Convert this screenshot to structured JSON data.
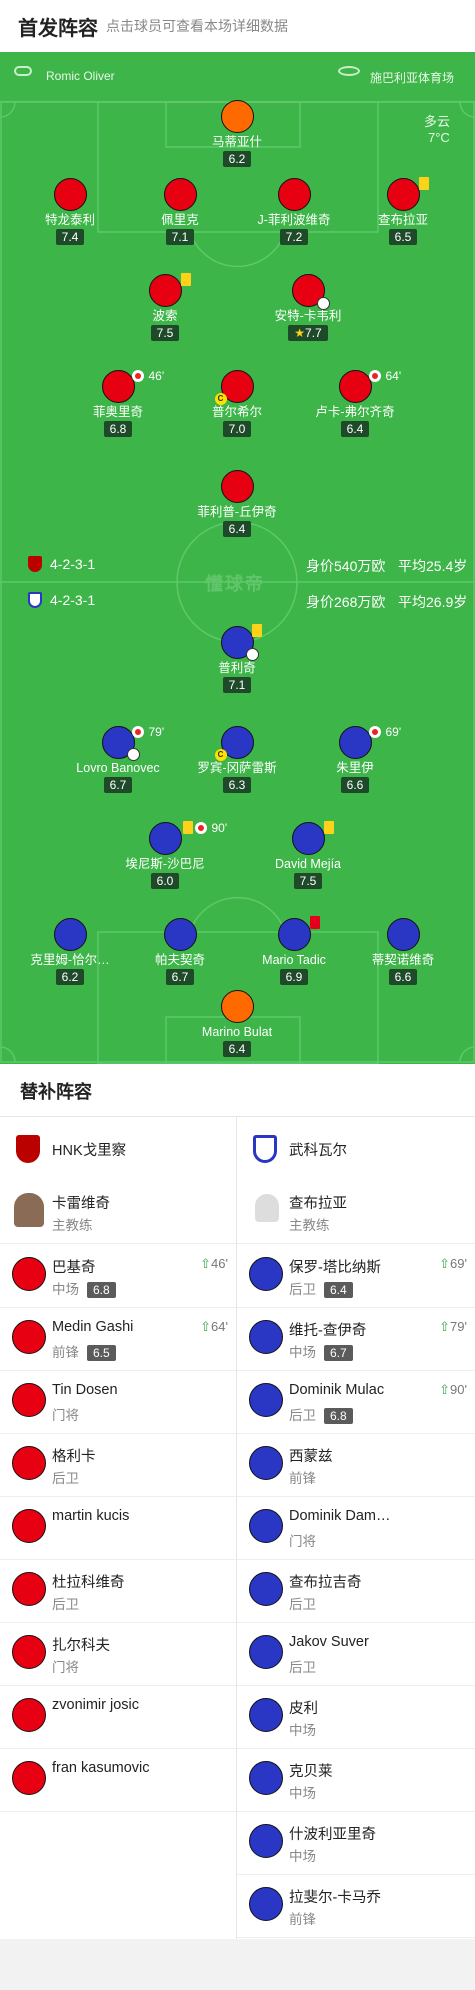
{
  "header": {
    "title": "首发阵容",
    "subtitle": "点击球员可查看本场详细数据"
  },
  "match_info": {
    "referee": "Romic Oliver",
    "stadium": "施巴利亚体育场",
    "weather": "多云",
    "temperature": "7°C",
    "watermark": "懂球帝"
  },
  "home_team": {
    "formation": "4-2-3-1",
    "value": "身价540万欧",
    "avg_age": "平均25.4岁"
  },
  "away_team": {
    "formation": "4-2-3-1",
    "value": "身价268万欧",
    "avg_age": "平均26.9岁"
  },
  "home_players": [
    {
      "name": "马蒂亚什",
      "rating": "6.2",
      "role": "gk"
    },
    {
      "name": "特龙泰利",
      "rating": "7.4"
    },
    {
      "name": "佩里克",
      "rating": "7.1"
    },
    {
      "name": "J-菲利波维奇",
      "rating": "7.2"
    },
    {
      "name": "查布拉亚",
      "rating": "6.5",
      "yellow": true
    },
    {
      "name": "波索",
      "rating": "7.5",
      "yellow": true
    },
    {
      "name": "安特-卡韦利",
      "rating": "7.7",
      "goal": true,
      "star": true
    },
    {
      "name": "菲奥里奇",
      "rating": "6.8",
      "sub_minute": "46'"
    },
    {
      "name": "普尔希尔",
      "rating": "7.0",
      "captain": true
    },
    {
      "name": "卢卡-弗尔齐奇",
      "rating": "6.4",
      "sub_minute": "64'"
    },
    {
      "name": "菲利普-丘伊奇",
      "rating": "6.4"
    }
  ],
  "away_players": [
    {
      "name": "普利奇",
      "rating": "7.1",
      "yellow": true,
      "goal": true
    },
    {
      "name": "Lovro Banovec",
      "rating": "6.7",
      "sub_minute": "79'"
    },
    {
      "name": "罗宾-冈萨雷斯",
      "rating": "6.3",
      "captain": true
    },
    {
      "name": "朱里伊",
      "rating": "6.6",
      "sub_minute": "69'"
    },
    {
      "name": "埃尼斯-沙巴尼",
      "rating": "6.0",
      "yellow": true,
      "sub_minute": "90'"
    },
    {
      "name": "David Mejía",
      "rating": "7.5",
      "yellow": true
    },
    {
      "name": "克里姆-恰尔…",
      "rating": "6.2"
    },
    {
      "name": "帕夫契奇",
      "rating": "6.7"
    },
    {
      "name": "Mario Tadic",
      "rating": "6.9",
      "red": true
    },
    {
      "name": "蒂契诺维奇",
      "rating": "6.6"
    },
    {
      "name": "Marino Bulat",
      "rating": "6.4",
      "role": "gk"
    }
  ],
  "bench": {
    "title": "替补阵容",
    "home_team_name": "HNK戈里察",
    "away_team_name": "武科瓦尔",
    "home_coach": {
      "name": "卡雷维奇",
      "role": "主教练"
    },
    "away_coach": {
      "name": "查布拉亚",
      "role": "主教练"
    },
    "home_subs": [
      {
        "name": "巴基奇",
        "pos": "中场",
        "rating": "6.8",
        "minute": "46'"
      },
      {
        "name": "Medin Gashi",
        "pos": "前锋",
        "rating": "6.5",
        "minute": "64'"
      },
      {
        "name": "Tin Dosen",
        "pos": "门将"
      },
      {
        "name": "格利卡",
        "pos": "后卫"
      },
      {
        "name": "martin kucis",
        "pos": ""
      },
      {
        "name": "杜拉科维奇",
        "pos": "后卫"
      },
      {
        "name": "扎尔科夫",
        "pos": "门将"
      },
      {
        "name": "zvonimir josic",
        "pos": ""
      },
      {
        "name": "fran kasumovic",
        "pos": ""
      }
    ],
    "away_subs": [
      {
        "name": "保罗-塔比纳斯",
        "pos": "后卫",
        "rating": "6.4",
        "minute": "69'"
      },
      {
        "name": "维托-查伊奇",
        "pos": "中场",
        "rating": "6.7",
        "minute": "79'"
      },
      {
        "name": "Dominik Mulac",
        "pos": "后卫",
        "rating": "6.8",
        "minute": "90'"
      },
      {
        "name": "西蒙兹",
        "pos": "前锋"
      },
      {
        "name": "Dominik Dam…",
        "pos": "门将"
      },
      {
        "name": "查布拉吉奇",
        "pos": "后卫"
      },
      {
        "name": "Jakov Suver",
        "pos": "后卫"
      },
      {
        "name": "皮利",
        "pos": "中场"
      },
      {
        "name": "克贝莱",
        "pos": "中场"
      },
      {
        "name": "什波利亚里奇",
        "pos": "中场"
      },
      {
        "name": "拉斐尔-卡马乔",
        "pos": "前锋"
      }
    ]
  },
  "colors": {
    "pitch": "#3db548",
    "home": "#e60012",
    "away": "#2a36c4",
    "gk": "#ff6a00"
  }
}
